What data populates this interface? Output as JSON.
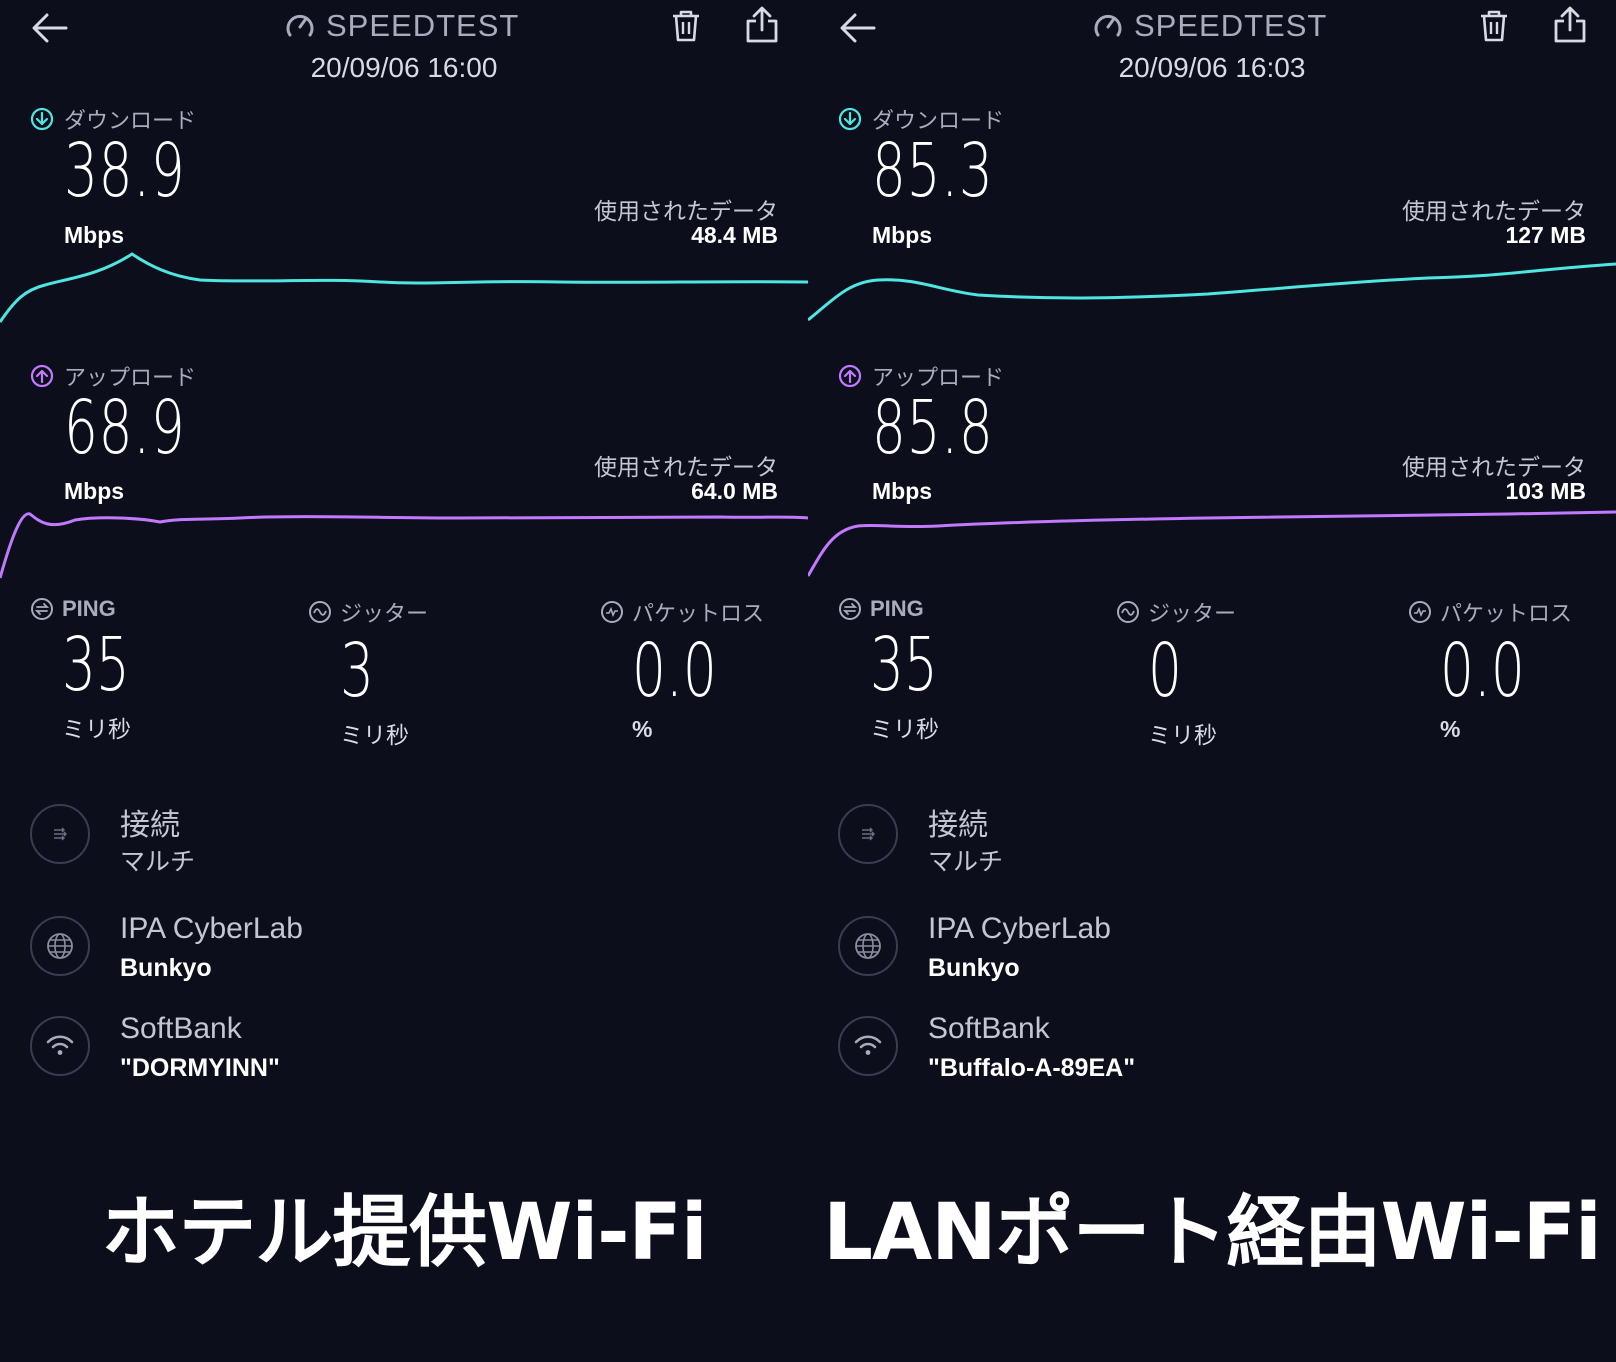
{
  "colors": {
    "background": "#0c0e1c",
    "download_accent": "#4ee6e0",
    "upload_accent": "#c079ff",
    "muted_text": "#a9acbd"
  },
  "panels": [
    {
      "header": {
        "brand": "SPEEDTEST",
        "timestamp": "20/09/06 16:00",
        "back_icon": "arrow-left-icon",
        "trash_icon": "trash-icon",
        "share_icon": "share-icon"
      },
      "download": {
        "label": "ダウンロード",
        "value": "38.9",
        "unit": "Mbps",
        "data_used_label": "使用されたデータ",
        "data_used_value": "48.4 MB"
      },
      "upload": {
        "label": "アップロード",
        "value": "68.9",
        "unit": "Mbps",
        "data_used_label": "使用されたデータ",
        "data_used_value": "64.0 MB"
      },
      "ping": {
        "label": "PING",
        "value": "35",
        "unit": "ミリ秒"
      },
      "jitter": {
        "label": "ジッター",
        "value": "3",
        "unit": "ミリ秒"
      },
      "packet_loss": {
        "label": "パケットロス",
        "value": "0.0",
        "unit": "%"
      },
      "connection": {
        "line1": "接続",
        "line2": "マルチ"
      },
      "server": {
        "line1": "IPA CyberLab",
        "line2": "Bunkyo"
      },
      "network": {
        "line1": "SoftBank",
        "line2": "\"DORMYINN\""
      },
      "caption": "ホテル提供Wi-Fi"
    },
    {
      "header": {
        "brand": "SPEEDTEST",
        "timestamp": "20/09/06 16:03",
        "back_icon": "arrow-left-icon",
        "trash_icon": "trash-icon",
        "share_icon": "share-icon"
      },
      "download": {
        "label": "ダウンロード",
        "value": "85.3",
        "unit": "Mbps",
        "data_used_label": "使用されたデータ",
        "data_used_value": "127 MB"
      },
      "upload": {
        "label": "アップロード",
        "value": "85.8",
        "unit": "Mbps",
        "data_used_label": "使用されたデータ",
        "data_used_value": "103 MB"
      },
      "ping": {
        "label": "PING",
        "value": "35",
        "unit": "ミリ秒"
      },
      "jitter": {
        "label": "ジッター",
        "value": "0",
        "unit": "ミリ秒"
      },
      "packet_loss": {
        "label": "パケットロス",
        "value": "0.0",
        "unit": "%"
      },
      "connection": {
        "line1": "接続",
        "line2": "マルチ"
      },
      "server": {
        "line1": "IPA CyberLab",
        "line2": "Bunkyo"
      },
      "network": {
        "line1": "SoftBank",
        "line2": "\"Buffalo-A-89EA\""
      },
      "caption": "LANポート経由Wi-Fi"
    }
  ]
}
